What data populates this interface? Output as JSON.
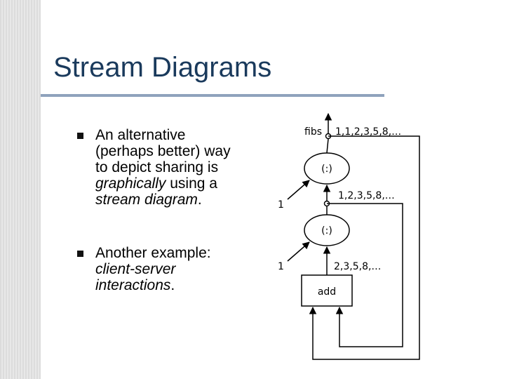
{
  "slide": {
    "title": "Stream Diagrams"
  },
  "bullets": [
    {
      "line1": "An alternative",
      "line2": "(perhaps better) way",
      "line3": "to depict sharing is",
      "line4_italic": "graphically",
      "line4_rest": " using a",
      "line5_italic": "stream diagram",
      "line5_rest": "."
    },
    {
      "line1": "Another example:",
      "line2_italic": "client-server",
      "line3_italic": "interactions",
      "line3_rest": "."
    }
  ],
  "diagram": {
    "fibs_label": "fibs",
    "fibs_output": "1,1,2,3,5,8,…",
    "cons_top": "(:)",
    "cons_top_input_left": "1",
    "cons_top_input_right": "1,2,3,5,8,…",
    "cons_bottom": "(:)",
    "cons_bottom_input_left": "1",
    "cons_bottom_input_right": "2,3,5,8,…",
    "add_label": "add"
  }
}
